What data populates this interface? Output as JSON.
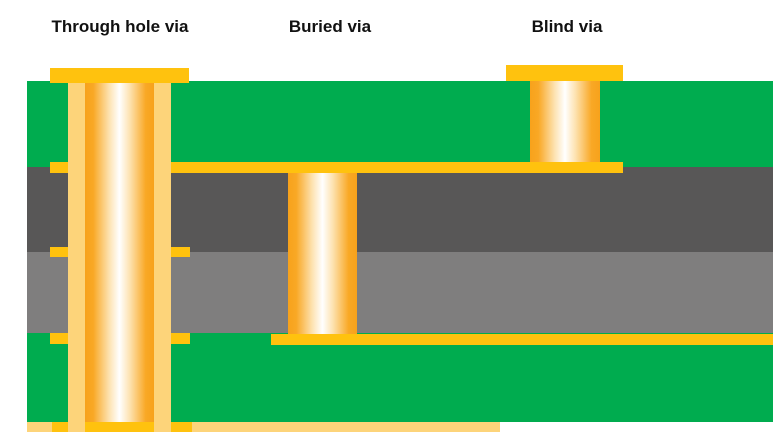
{
  "labels": {
    "through_hole": "Through hole via",
    "buried": "Buried via",
    "blind": "Blind via"
  },
  "colors": {
    "green_layer": "#00ac4f",
    "dark_core": "#585757",
    "light_core": "#7f7e7e",
    "copper": "#ffc20e",
    "plating": "#fdd47a",
    "barrel_orange": "#f7a21b"
  }
}
